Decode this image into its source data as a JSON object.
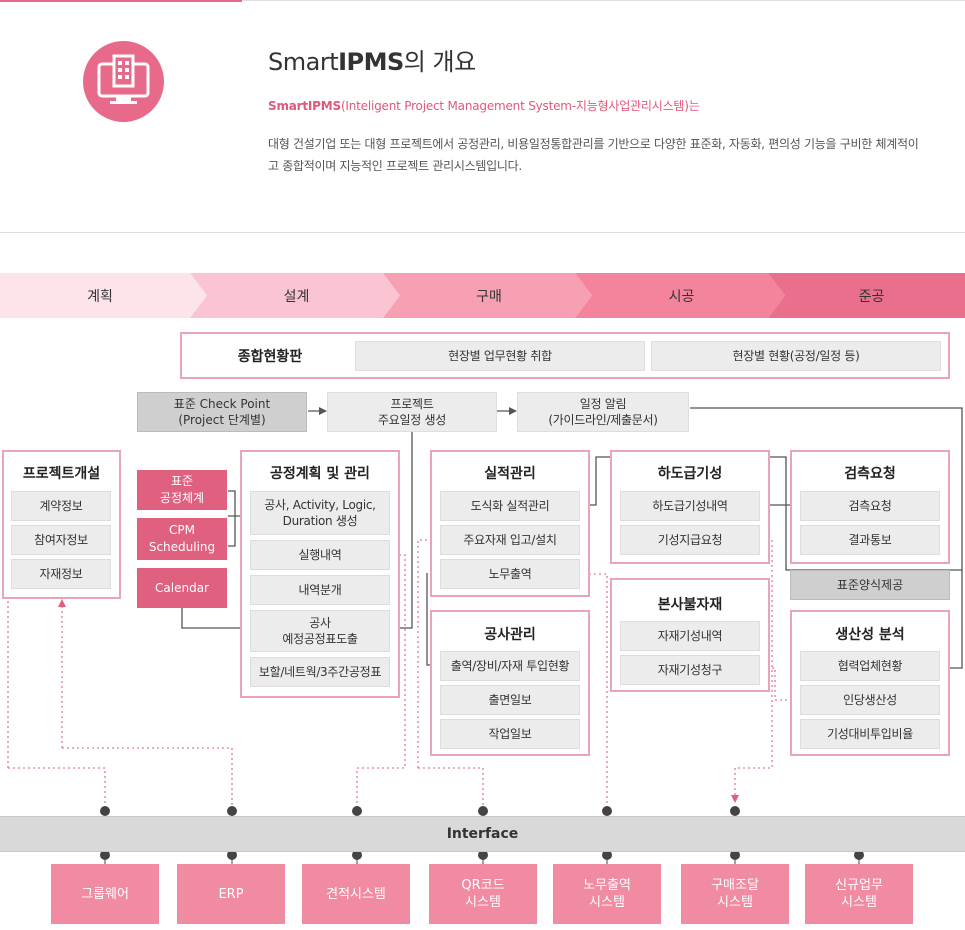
{
  "header": {
    "title_light": "Smart",
    "title_bold": "IPMS",
    "title_suffix": "의 개요",
    "subtitle_bold": "SmartIPMS",
    "subtitle_rest": "(Inteligent Project Management System-지능형사업관리시스템)는",
    "description": "대형 건설기업 또는 대형 프로젝트에서 공정관리, 비용일정통합관리를 기반으로 다양한 표준화, 자동화, 편의성 기능을 구비한 체계적이고 종합적이며 지능적인 프로젝트 관리시스템입니다."
  },
  "phases": [
    "계획",
    "설계",
    "구매",
    "시공",
    "준공"
  ],
  "colors": {
    "accent": "#e86a8a",
    "phases": [
      "#fde3ea",
      "#fbc4d2",
      "#f7a0b4",
      "#f3849c",
      "#ea6f8c"
    ]
  },
  "dashboard": {
    "title": "종합현황판",
    "items": [
      "현장별 업무현황 취합",
      "현장별 현황(공정/일정 등)"
    ]
  },
  "flow": {
    "checkpoint": "표준 Check Point\n(Project 단계별)",
    "milestone": "프로젝트\n주요일정 생성",
    "alert": "일정 알림\n(가이드라인/제출문서)"
  },
  "sections": {
    "project_open": {
      "title": "프로젝트개설",
      "items": [
        "계약정보",
        "참여자정보",
        "자재정보"
      ]
    },
    "left_pink": [
      "표준\n공정체계",
      "CPM\nScheduling",
      "Calendar"
    ],
    "schedule": {
      "title": "공정계획 및 관리",
      "items": [
        "공사, Activity, Logic,\nDuration 생성",
        "실행내역",
        "내역분개",
        "공사\n예정공정표도출",
        "보할/네트웍/3주간공정표"
      ]
    },
    "performance": {
      "title": "실적관리",
      "items": [
        "도식화 실적관리",
        "주요자재 입고/설치",
        "노무출역"
      ]
    },
    "construction": {
      "title": "공사관리",
      "items": [
        "출역/장비/자재 투입현황",
        "출면일보",
        "작업일보"
      ]
    },
    "subcontract": {
      "title": "하도급기성",
      "items": [
        "하도급기성내역",
        "기성지급요청"
      ]
    },
    "hq_material": {
      "title": "본사불자재",
      "items": [
        "자재기성내역",
        "자재기성청구"
      ]
    },
    "inspection": {
      "title": "검측요청",
      "items": [
        "검측요청",
        "결과통보"
      ]
    },
    "standard_form": "표준양식제공",
    "productivity": {
      "title": "생산성 분석",
      "items": [
        "협력업체현황",
        "인당생산성",
        "기성대비투입비율"
      ]
    }
  },
  "interface": {
    "label": "Interface"
  },
  "systems": [
    "그룹웨어",
    "ERP",
    "견적시스템",
    "QR코드\n시스템",
    "노무출역\n시스템",
    "구매조달\n시스템",
    "신규업무\n시스템"
  ]
}
